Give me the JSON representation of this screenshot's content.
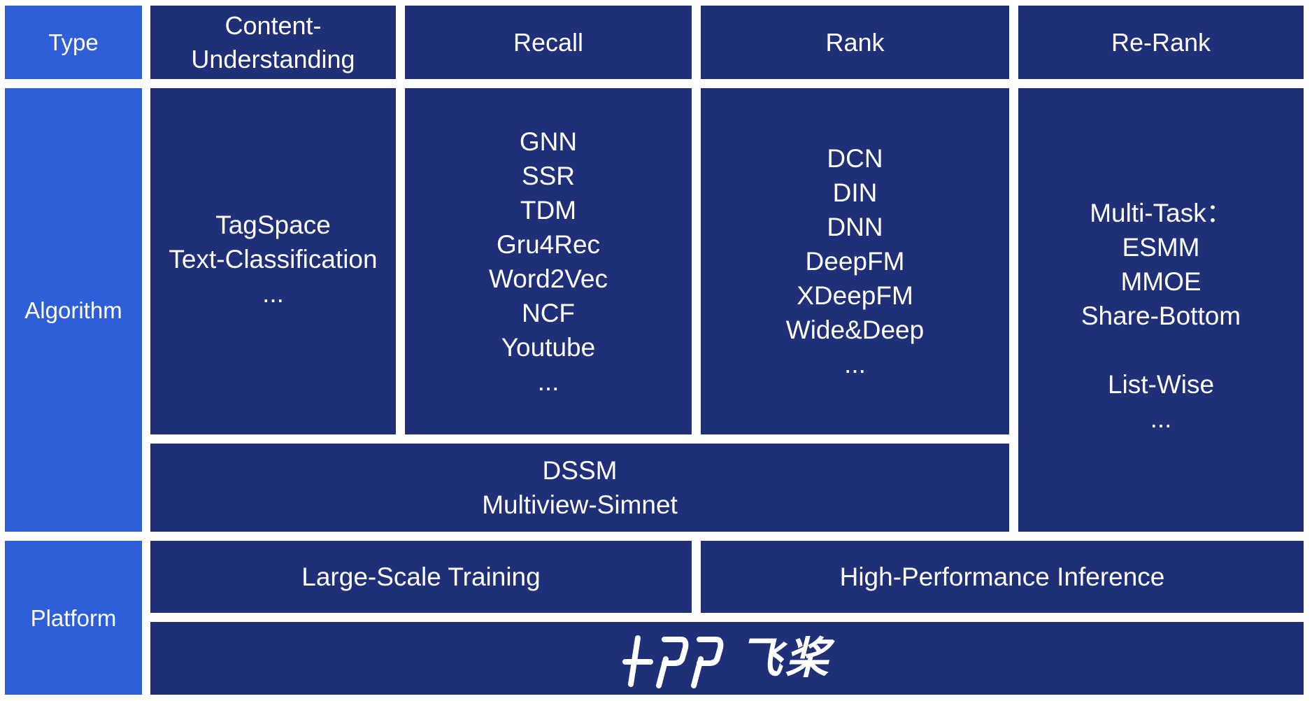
{
  "row_labels": {
    "type": "Type",
    "algorithm": "Algorithm",
    "platform": "Platform"
  },
  "headers": {
    "content_understanding": [
      "Content-",
      "Understanding"
    ],
    "recall": "Recall",
    "rank": "Rank",
    "rerank": "Re-Rank"
  },
  "algorithms": {
    "content_understanding": [
      "TagSpace",
      "Text-Classification",
      "..."
    ],
    "recall": [
      "GNN",
      "SSR",
      "TDM",
      "Gru4Rec",
      "Word2Vec",
      "NCF",
      "Youtube",
      "..."
    ],
    "rank": [
      "DCN",
      "DIN",
      "DNN",
      "DeepFM",
      "XDeepFM",
      "Wide&Deep",
      "..."
    ],
    "rerank": [
      "Multi-Task：",
      "ESMM",
      "MMOE",
      "Share-Bottom",
      "",
      "List-Wise",
      "..."
    ],
    "shared": [
      "DSSM",
      "Multiview-Simnet"
    ]
  },
  "platform": {
    "training": "Large-Scale Training",
    "inference": "High-Performance Inference",
    "logo_text": "飞桨",
    "logo_icon": "paddle-logo-icon"
  },
  "colors": {
    "side_label_bg": "#2f5fd8",
    "cell_bg": "#1f2f78",
    "text": "#ffffff"
  }
}
